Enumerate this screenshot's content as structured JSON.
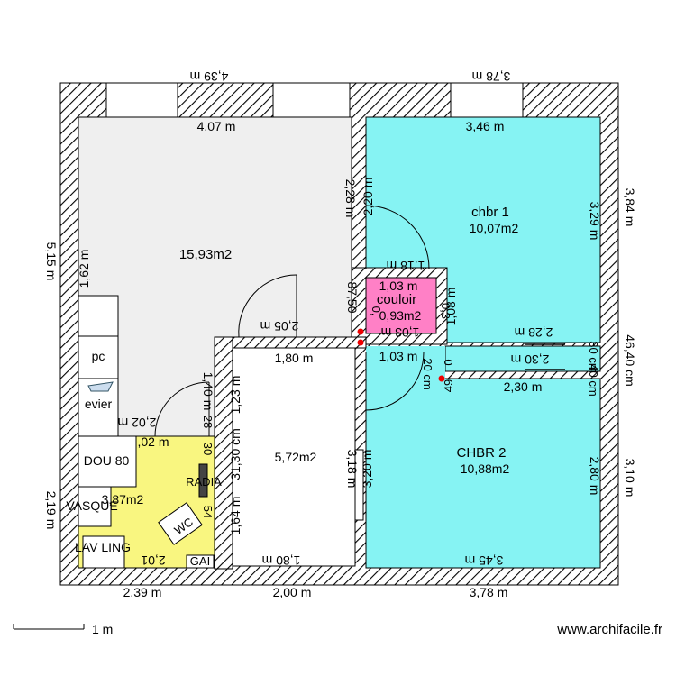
{
  "colors": {
    "living": "#efefef",
    "chambres": "#86f3f3",
    "couloir": "#ff80c6",
    "sdb": "#f9f680",
    "wall_hatch": "#000000"
  },
  "rooms": {
    "living_area": "15,93m2",
    "chbr1_name": "chbr 1",
    "chbr1_area": "10,07m2",
    "couloir_name": "couloir",
    "couloir_area": "0,93m2",
    "chbr2_name": "CHBR 2",
    "chbr2_area": "10,88m2",
    "center_area": "5,72m2",
    "sdb_area": "3,87m2"
  },
  "fixtures": {
    "pc": "pc",
    "evier": "evier",
    "douche": "DOU 80",
    "vasque": "VASQUE",
    "lav_ling": "LAV LING",
    "radia": "RADIA",
    "wc": "WC",
    "gai": "GAI"
  },
  "dims": {
    "top_left_outer": "4,39 m",
    "top_right_outer": "3,78 m",
    "living_width": "4,07 m",
    "chbr1_width": "3,46 m",
    "left_outer": "5,15 m",
    "living_left_inner": "1,62 m",
    "living_right": "2,28 m",
    "couloir_wall": "2,20 m",
    "chbr1_right_inner": "3,29 m",
    "right_outer_top": "3,84 m",
    "couloir_top": "1,18 m",
    "couloir_w1": "1,03 m",
    "couloir_w2": "1,03 m",
    "couloir_w3": "1,03 m",
    "couloir_h": "1,08 m",
    "wall_875": "87,50",
    "small_05": "0,",
    "small_03": "0,3",
    "partition_205": "2,05 m",
    "partition_180": "1,80 m",
    "wall_228": "2,28 m",
    "wall_230": "2,30 m",
    "wall_230b": "2,30 m",
    "wall_030": "30 cm",
    "wall_040": "40 cm",
    "wall_20": "20 cm",
    "right_4640": "46,40 cm",
    "small_49": "49",
    "small_0": "0",
    "v_140": "1,40 m",
    "v_28": "28",
    "v_123": "1,23 m",
    "v_3130": "31,30 cm",
    "v_164": "1,64 m",
    "sdb_top": "2,02 m",
    "sdb_inner_top": ",02 m",
    "v_30": "30",
    "v_54": "54",
    "center_318": "3,18 m",
    "chbr2_320": "3,20 m",
    "chbr2_280": "2,80 m",
    "right_outer_310": "3,10 m",
    "left_outer_219": "2,19 m",
    "sdb_bottom": "2,01",
    "center_bottom": "1,80 m",
    "chbr2_bottom": "3,45 m",
    "bottom_239": "2,39 m",
    "bottom_200": "2,00 m",
    "bottom_378": "3,78 m"
  },
  "scale": {
    "label": "1 m"
  },
  "credit": "www.archifacile.fr"
}
